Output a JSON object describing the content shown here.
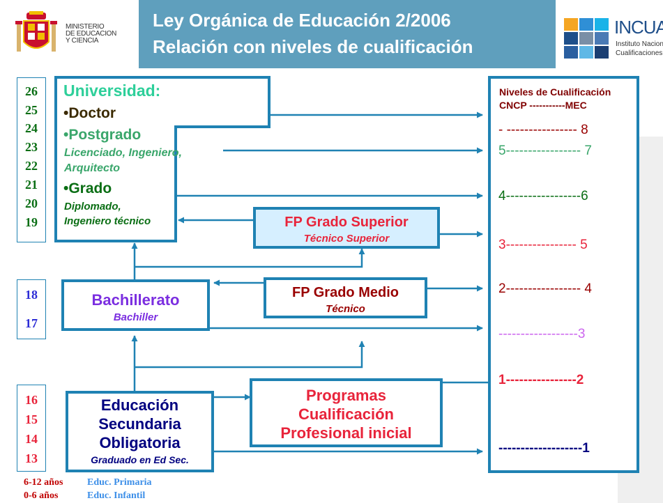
{
  "header": {
    "ministry_text": "MINISTERIO\nDE EDUCACION\nY CIENCIA",
    "title_line1": "Ley Orgánica de Educación 2/2006",
    "title_line2": "Relación con niveles de cualificación",
    "incual_name": "INCUAL",
    "incual_sub1": "Instituto Nacional",
    "incual_sub2": "Cualificaciones"
  },
  "ages_upper": [
    "26",
    "25",
    "24",
    "23",
    "22",
    "21",
    "20",
    "19"
  ],
  "ages_middle": [
    "18",
    "17"
  ],
  "ages_lower": [
    "16",
    "15",
    "14",
    "13"
  ],
  "universidad": {
    "title": "Universidad:",
    "doctor": "•Doctor",
    "postgrado": "•Postgrado",
    "postgrado_sub1": "Licenciado, Ingeniero,",
    "postgrado_sub2": "Arquitecto",
    "grado": "•Grado",
    "grado_sub1": "Diplomado,",
    "grado_sub2": "Ingeniero técnico"
  },
  "fp_superior": {
    "title": "FP Grado Superior",
    "sub": "Técnico Superior"
  },
  "bachillerato": {
    "title": "Bachillerato",
    "sub": "Bachiller"
  },
  "fp_medio": {
    "title": "FP Grado Medio",
    "sub": "Técnico"
  },
  "eso": {
    "line1": "Educación",
    "line2": "Secundaria",
    "line3": "Obligatoria",
    "sub": "Graduado en Ed Sec."
  },
  "pcpi": {
    "line1": "Programas",
    "line2": "Cualificación",
    "line3": "Profesional inicial"
  },
  "niveles": {
    "title1": "Niveles de Cualificación",
    "title2": "CNCP -----------MEC",
    "levels": [
      "- ---------------- 8",
      "5----------------- 7",
      "4-----------------6",
      "3---------------- 5",
      "2----------------- 4",
      "------------------3",
      "1----------------2",
      "-------------------1"
    ]
  },
  "bottom": {
    "primaria_age": "6-12 años",
    "primaria_label": "Educ. Primaria",
    "infantil_age": "0-6 años",
    "infantil_label": "Educ. Infantil"
  },
  "colors": {
    "title_band": "#5f9fbd",
    "box_border": "#1f82b3",
    "universidad": "#2ecf9a",
    "green_text": "#1a9c45",
    "dark_green": "#0a6e14",
    "red": "#e8243b",
    "maroon": "#990000",
    "purple": "#7b2ee0",
    "navy": "#000080"
  }
}
